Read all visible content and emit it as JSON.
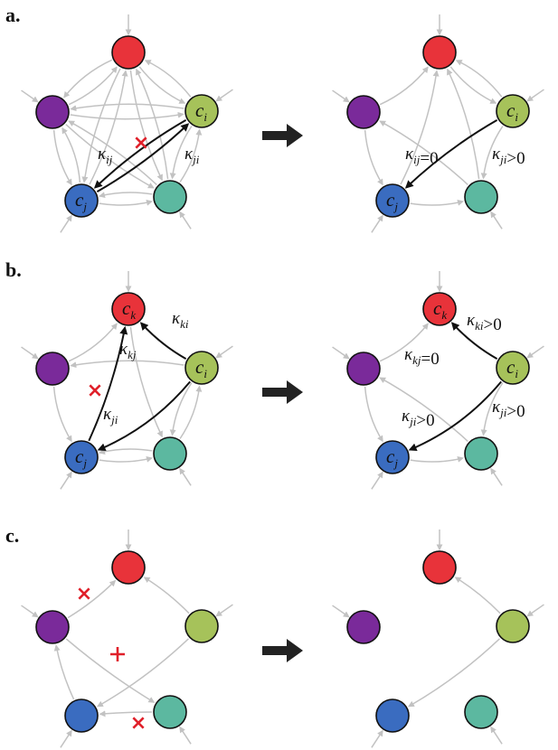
{
  "panels": [
    {
      "label": "a."
    },
    {
      "label": "b."
    },
    {
      "label": "c."
    }
  ],
  "nodes": [
    {
      "id": "red",
      "color": "#e8333a"
    },
    {
      "id": "green",
      "color": "#a6c25a"
    },
    {
      "id": "teal",
      "color": "#5cb8a0"
    },
    {
      "id": "blue",
      "color": "#3a6cc0"
    },
    {
      "id": "purple",
      "color": "#7a2a9a"
    }
  ],
  "colors": {
    "gray_edge": "#c2c2c2",
    "black_edge": "#111111",
    "cross": "#e0202a",
    "arrow": "#222222"
  },
  "node_labels": {
    "ci": "c_i",
    "cj": "c_j",
    "ck": "c_k"
  },
  "edge_labels": {
    "a_left_kij": "κ_ij",
    "a_left_kji": "κ_ji",
    "a_right_kij": "κ_ij=0",
    "a_right_kji": "κ_ji>0",
    "b_left_kki": "κ_ki",
    "b_left_kkj": "κ_kj",
    "b_left_kji": "κ_ji",
    "b_right_kki": "κ_ki>0",
    "b_right_kkj": "κ_kj=0",
    "b_right_kjiA": "κ_ji>0",
    "b_right_kjiB": "κ_ji>0"
  }
}
